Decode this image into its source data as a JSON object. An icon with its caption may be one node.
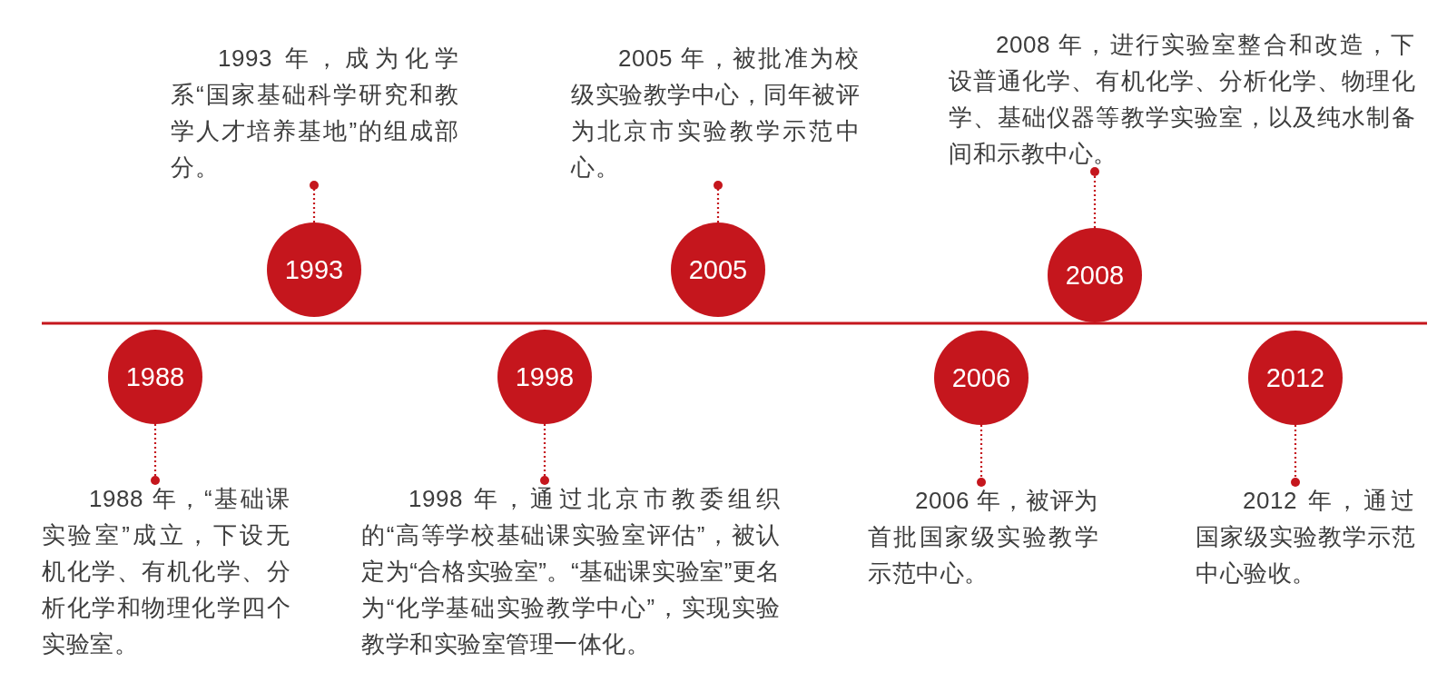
{
  "diagram": {
    "nodes": [
      {
        "text": [
          "1988"
        ]
      },
      {
        "text": [
          "1988 年，“基础课实验室”成立，下设无机化学、有机化学、分析化学和物理化学四个实验室。"
        ]
      },
      {
        "text": [
          "1993"
        ]
      },
      {
        "text": [
          "1993 年，成为化学系“国家基础科学研究和教学人才培养基地”的组成部分。"
        ]
      },
      {
        "text": [
          "1998"
        ]
      },
      {
        "text": [
          "1998 年，通过北京市教委组织的“高等学校基础课实验室评估”，被认定为“合格实验室”。“基础课实验室”更名为“化学基础实验教学中心”，实现实验教学和实验室管理一体化。"
        ]
      },
      {
        "text": [
          "2005"
        ]
      },
      {
        "text": [
          "2005 年，被批准为校级实验教学中心，同年被评为北京市实验教学示范中心。"
        ]
      },
      {
        "text": [
          "2006"
        ]
      },
      {
        "text": [
          "2006 年，被评为首批国家级实验教学示范中心。"
        ]
      },
      {
        "text": [
          "2008"
        ]
      },
      {
        "text": [
          "2008 年，进行实验室整合和改造，下设普通化学、有机化学、分析化学、物理化学、基础仪器等教学实验室，以及纯水制备间和示教中心。"
        ]
      },
      {
        "text": [
          "2012"
        ]
      },
      {
        "text": [
          "2012 年，通过国家级实验教学示范中心验收。"
        ]
      }
    ],
    "edges": [
      {
        "from": 0,
        "to": 1,
        "arrow": "other"
      },
      {
        "from": 2,
        "to": 3,
        "arrow": "other"
      },
      {
        "from": 4,
        "to": 5,
        "arrow": "other"
      },
      {
        "from": 6,
        "to": 7,
        "arrow": "other"
      },
      {
        "from": 8,
        "to": 9,
        "arrow": "other"
      },
      {
        "from": 10,
        "to": 11,
        "arrow": "other"
      },
      {
        "from": 12,
        "to": 13,
        "arrow": "other"
      }
    ]
  }
}
